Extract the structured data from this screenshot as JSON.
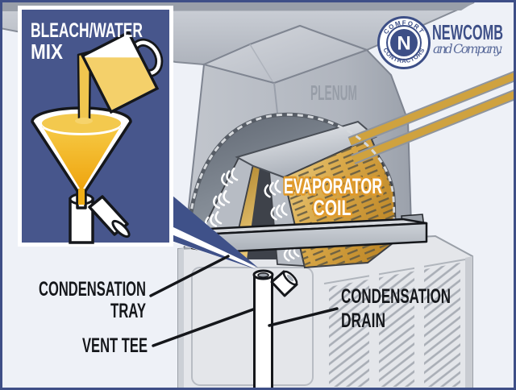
{
  "inset": {
    "title_line1": "BLEACH/WATER",
    "title_line2": "MIX"
  },
  "diagram_labels": {
    "plenum": "PLENUM",
    "evaporator_line1": "EVAPORATOR",
    "evaporator_line2": "COIL",
    "condensation_tray_line1": "CONDENSATION",
    "condensation_tray_line2": "TRAY",
    "vent_tee": "VENT TEE",
    "condensation_drain_line1": "CONDENSATION",
    "condensation_drain_line2": "DRAIN"
  },
  "logo": {
    "badge_top": "COMFORT",
    "badge_bottom": "CONTRACTORS",
    "badge_letter": "N",
    "company": "NEWCOMB",
    "tagline": "and Company."
  },
  "colors": {
    "border_navy": "#3e4f87",
    "inset_navy": "#47568c",
    "background": "#eef1f7",
    "label_black": "#15171b",
    "plenum_gray": "#b6bac2",
    "coil_gold": "#d9a848",
    "liquid_yellow": "#f2c84e",
    "evaporator_label_outline": "#e09a2c",
    "logo_navy": "#3d4f87"
  }
}
